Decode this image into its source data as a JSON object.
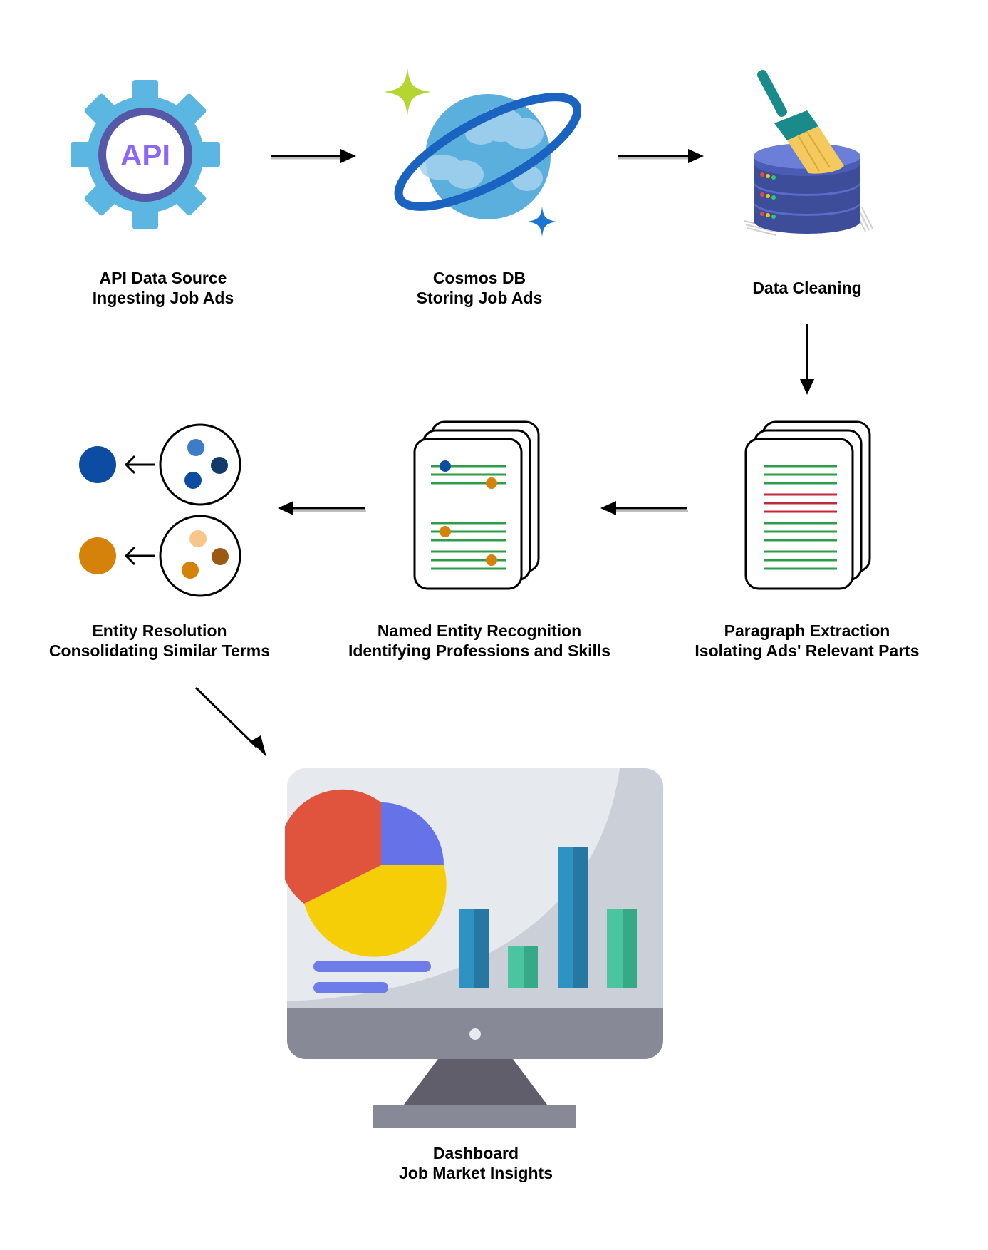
{
  "steps": {
    "api": {
      "line1": "API Data Source",
      "line2": "Ingesting Job Ads",
      "badge": "API",
      "icon": "api-gear-icon"
    },
    "cosmos": {
      "line1": "Cosmos DB",
      "line2": "Storing Job Ads",
      "icon": "cosmos-db-planet-icon"
    },
    "cleaning": {
      "line1": "Data Cleaning",
      "icon": "database-broom-icon"
    },
    "paragraph": {
      "line1": "Paragraph Extraction",
      "line2": "Isolating Ads' Relevant Parts",
      "icon": "document-stack-icon"
    },
    "ner": {
      "line1": "Named Entity Recognition",
      "line2": "Identifying Professions and Skills",
      "icon": "annotated-document-stack-icon"
    },
    "resolution": {
      "line1": "Entity Resolution",
      "line2": "Consolidating Similar Terms",
      "icon": "cluster-merge-icon"
    },
    "dashboard": {
      "line1": "Dashboard",
      "line2": "Job Market Insights",
      "icon": "monitor-dashboard-icon"
    }
  },
  "colors": {
    "gear": "#5bb6e2",
    "gear_ring": "#5757a8",
    "api_text": "#8d68f5",
    "planet": "#5aafdc",
    "ring": "#1a63c0",
    "spark_green": "#b5d630",
    "spark_blue": "#1a76d2",
    "doc_green": "#2e9c4a",
    "doc_red": "#c0283c",
    "dot_blue": "#0d4ca3",
    "dot_orange": "#d4820a",
    "pie_red": "#e0533c",
    "pie_blue": "#6672e8",
    "pie_yellow": "#f6ce08",
    "bar_blue": "#2e92c2",
    "bar_green": "#4bc5a0"
  }
}
